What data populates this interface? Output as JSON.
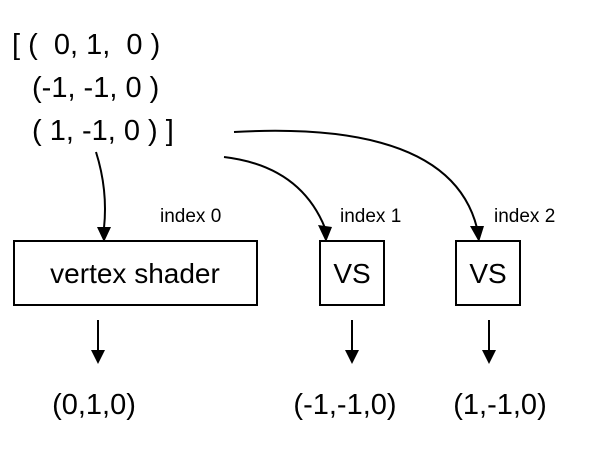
{
  "vertex_list": {
    "lines": [
      "[ (  0, 1,  0 )",
      "(-1, -1, 0 )",
      "( 1, -1, 0 ) ]"
    ]
  },
  "indices": [
    "index 0",
    "index 1",
    "index 2"
  ],
  "shaders": [
    "vertex shader",
    "VS",
    "VS"
  ],
  "outputs": [
    "(0,1,0)",
    "(-1,-1,0)",
    "(1,-1,0)"
  ],
  "colors": {
    "stroke": "#000000",
    "background": "#ffffff"
  }
}
